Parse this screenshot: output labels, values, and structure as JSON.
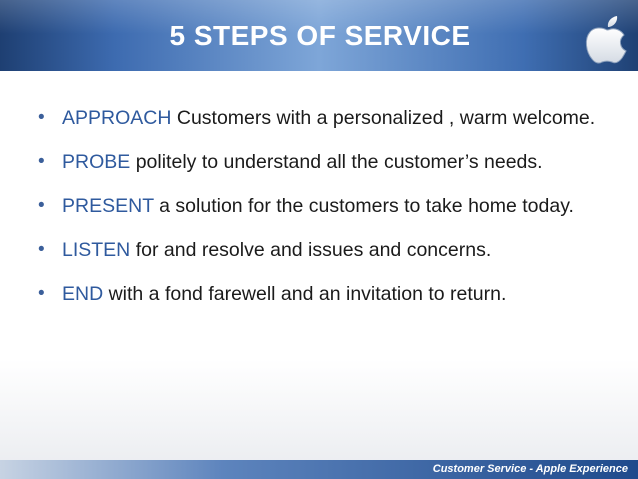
{
  "slide": {
    "title": "5 STEPS OF SERVICE",
    "logo_icon": "apple-logo-icon",
    "bullets": [
      {
        "keyword": "APPROACH",
        "text": " Customers with a personalized , warm welcome."
      },
      {
        "keyword": "PROBE",
        "text": " politely to understand all the customer’s needs."
      },
      {
        "keyword": "PRESENT",
        "text": " a solution for the customers to take home today."
      },
      {
        "keyword": "LISTEN",
        "text": " for and resolve and issues and concerns."
      },
      {
        "keyword": "END",
        "text": " with a fond farewell and an invitation to return."
      }
    ],
    "footer": "Customer Service - Apple Experience"
  },
  "colors": {
    "header_dark": "#1e3f72",
    "header_light": "#7ea6d8",
    "keyword": "#2f5a9e",
    "body_text": "#1b1b1b"
  }
}
